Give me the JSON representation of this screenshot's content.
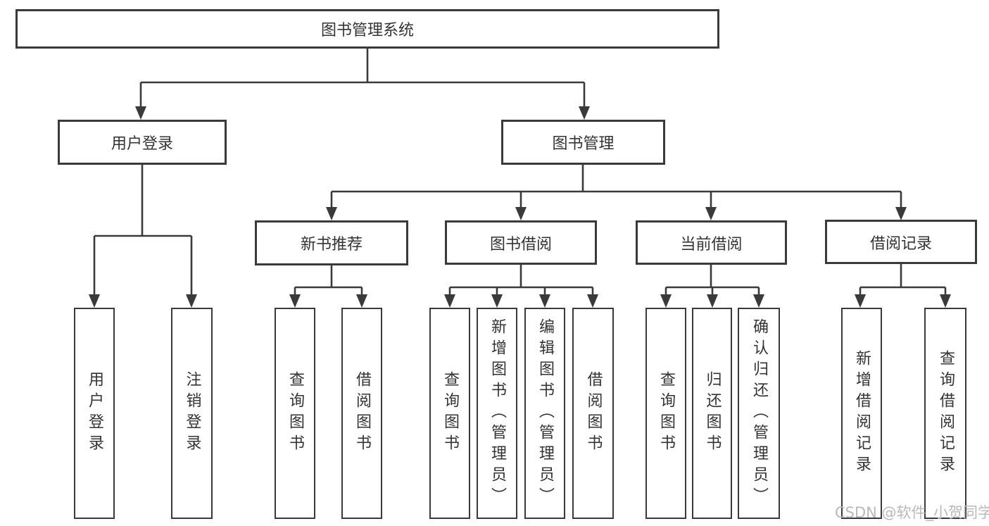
{
  "tree": {
    "root": {
      "label": "图书管理系统",
      "children": [
        {
          "label": "用户登录",
          "children": [
            {
              "label": "用户登录"
            },
            {
              "label": "注销登录"
            }
          ]
        },
        {
          "label": "图书管理",
          "children": [
            {
              "label": "新书推荐",
              "children": [
                {
                  "label": "查询图书"
                },
                {
                  "label": "借阅图书"
                }
              ]
            },
            {
              "label": "图书借阅",
              "children": [
                {
                  "label": "查询图书"
                },
                {
                  "label": "新增图书（管理员）"
                },
                {
                  "label": "编辑图书（管理员）"
                },
                {
                  "label": "借阅图书"
                }
              ]
            },
            {
              "label": "当前借阅",
              "children": [
                {
                  "label": "查询图书"
                },
                {
                  "label": "归还图书"
                },
                {
                  "label": "确认归还（管理员）"
                }
              ]
            },
            {
              "label": "借阅记录",
              "children": [
                {
                  "label": "新增借阅记录"
                },
                {
                  "label": "查询借阅记录"
                }
              ]
            }
          ]
        }
      ]
    }
  },
  "watermark": {
    "text": "CSDN @软件_小贺同学"
  },
  "colors": {
    "line": "#3a3a3a",
    "box_border": "#3a3a3a",
    "box_fill": "#ffffff",
    "text": "#333333",
    "background": "#ffffff",
    "watermark": "#b9b9b9"
  }
}
